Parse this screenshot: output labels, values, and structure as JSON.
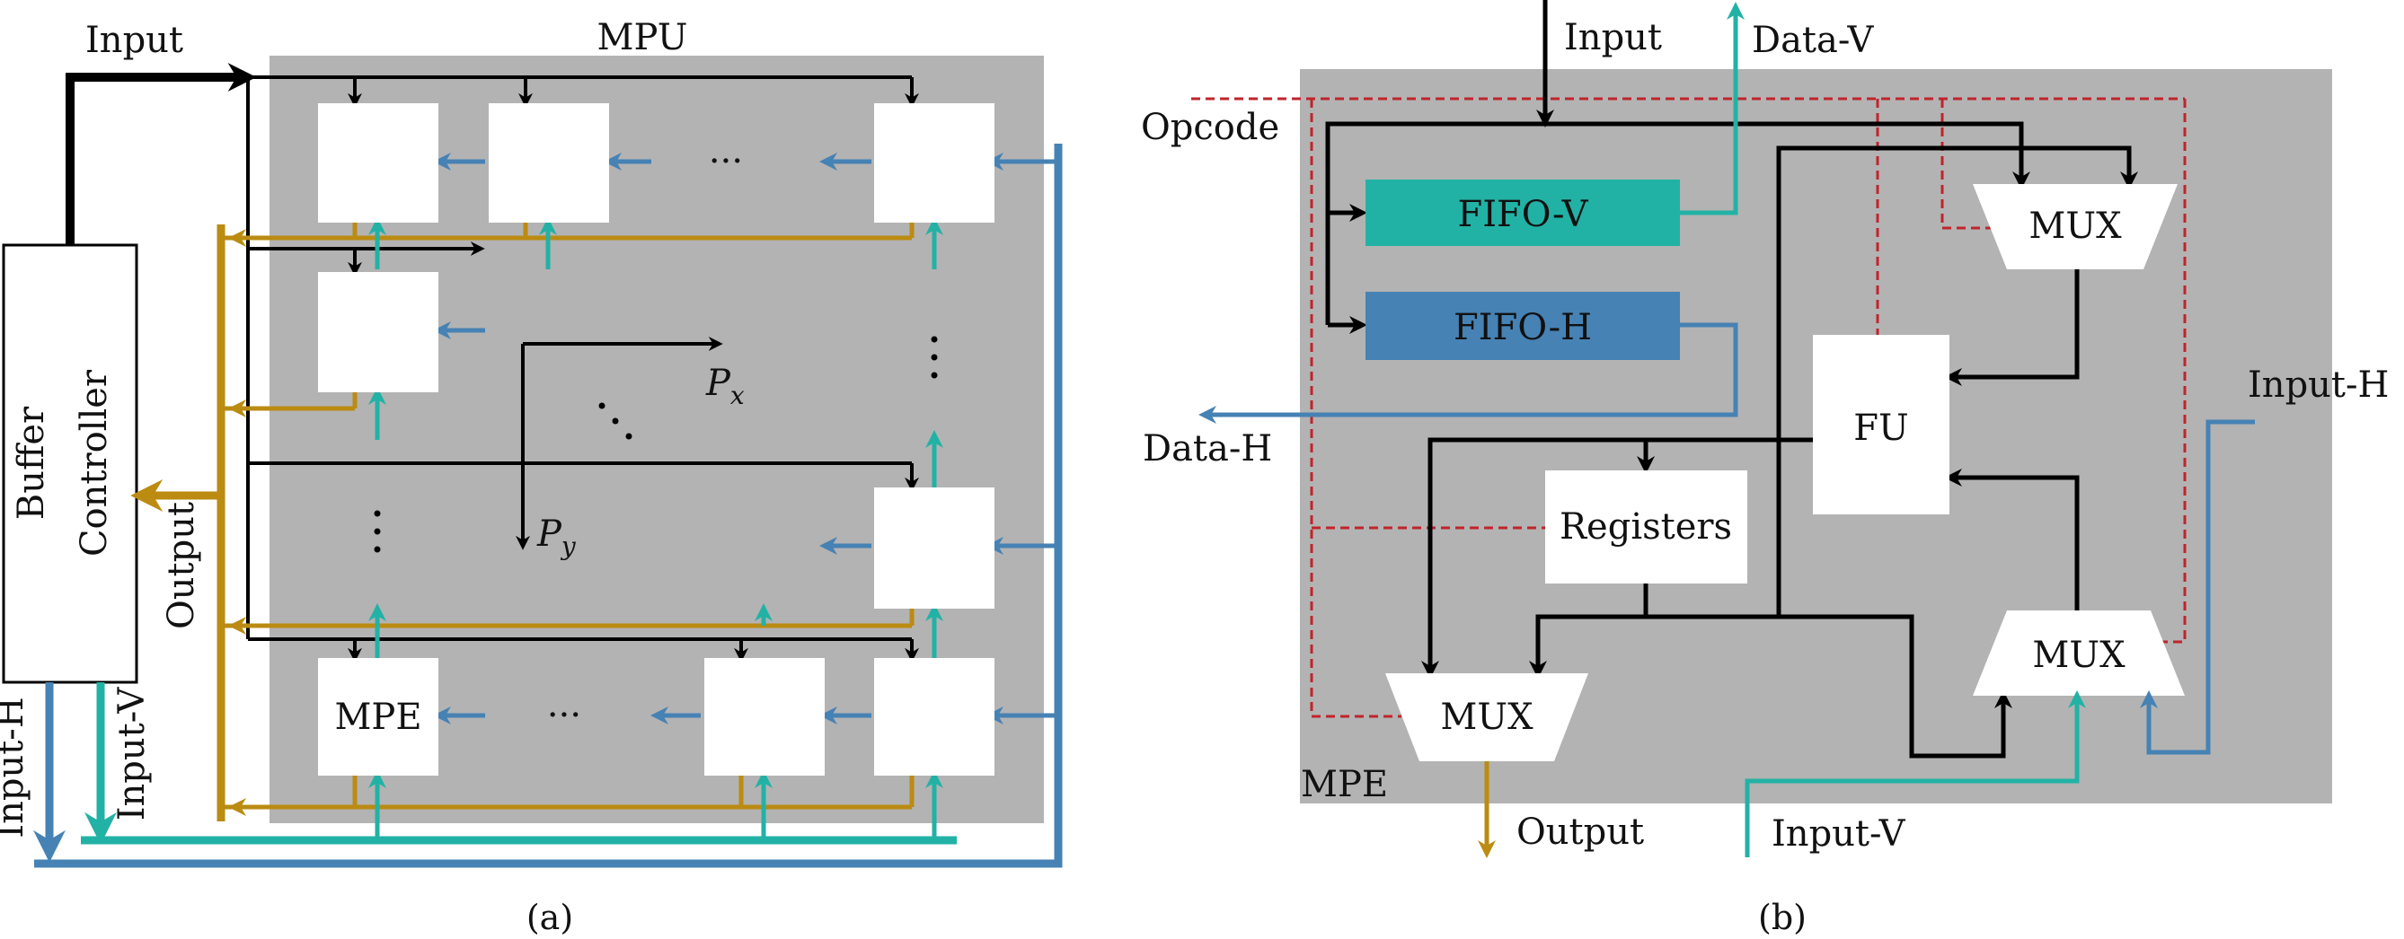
{
  "panel_a": {
    "caption": "(a)",
    "mpu_label": "MPU",
    "input_label": "Input",
    "buffer_line1": "Buffer",
    "buffer_line2": "Controller",
    "output_label": "Output",
    "input_h_label": "Input-H",
    "input_v_label": "Input-V",
    "mpe_label": "MPE",
    "px_main": "P",
    "px_sub": "x",
    "py_main": "P",
    "py_sub": "y",
    "hdots": "···",
    "colors": {
      "black": "#000000",
      "orange": "#bb8b12",
      "teal": "#22b2a5",
      "blue": "#4682b4",
      "gray": "#b3b3b3"
    }
  },
  "panel_b": {
    "caption": "(b)",
    "input_label": "Input",
    "data_v_label": "Data-V",
    "opcode_label": "Opcode",
    "fifo_v_label": "FIFO-V",
    "fifo_h_label": "FIFO-H",
    "mux_label": "MUX",
    "fu_label": "FU",
    "registers_label": "Registers",
    "data_h_label": "Data-H",
    "input_h_label": "Input-H",
    "input_v_label": "Input-V",
    "output_label": "Output",
    "mpe_label": "MPE",
    "colors": {
      "fifo_v": "#22b2a5",
      "fifo_h": "#4682b4",
      "opcode": "#c0242b"
    }
  }
}
